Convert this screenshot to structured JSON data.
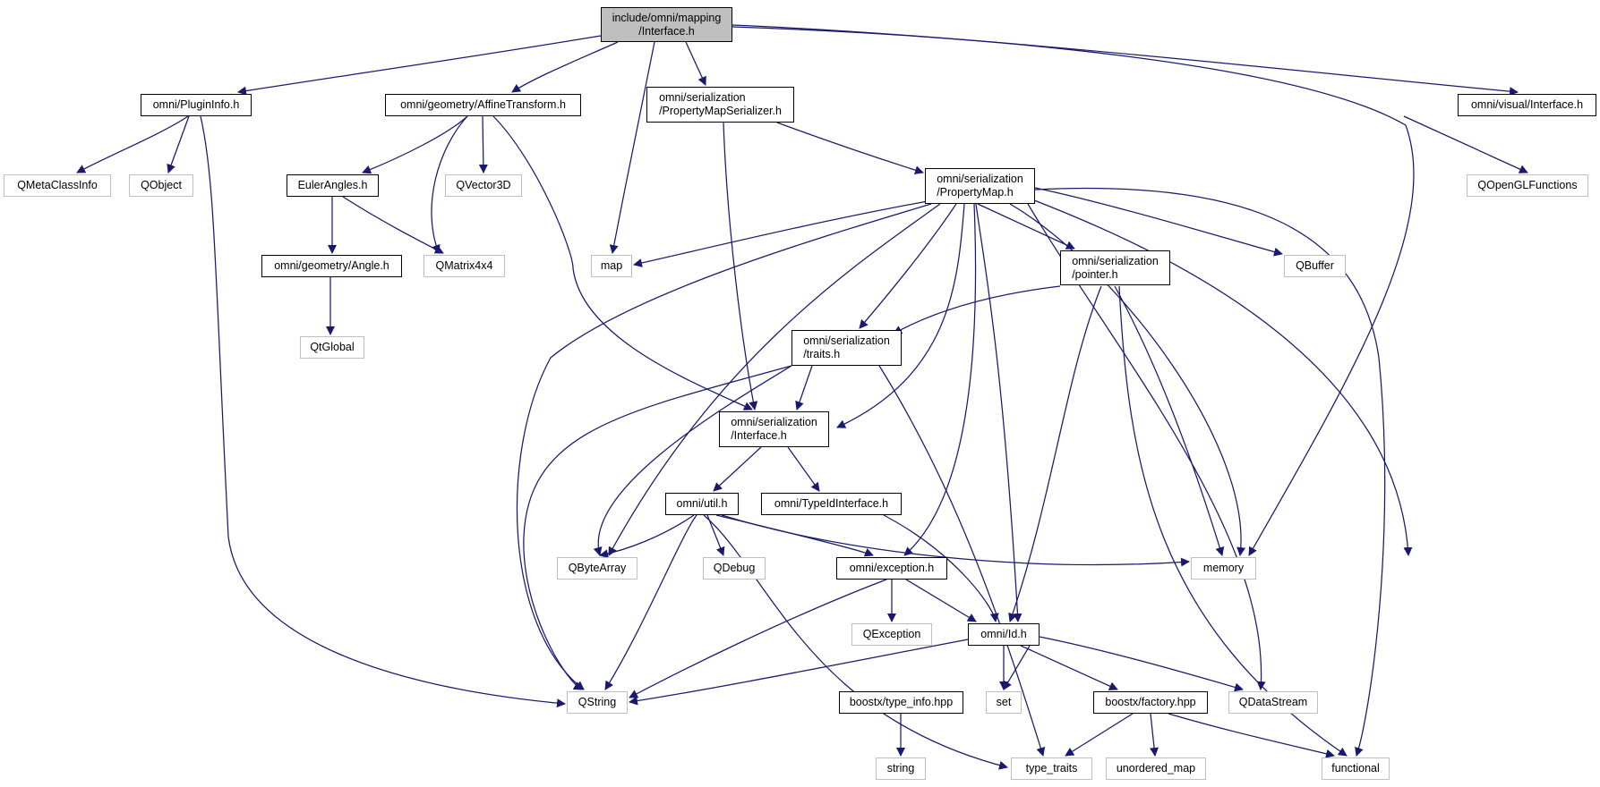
{
  "colors": {
    "edge": "#191970",
    "local_border": "#000000",
    "external_border": "#bfbfbf",
    "root_fill": "#bfbfbf"
  },
  "nodes": {
    "root": {
      "line1": "include/omni/mapping",
      "line2": "/Interface.h"
    },
    "plugininfo": {
      "label": "omni/PluginInfo.h"
    },
    "affine": {
      "label": "omni/geometry/AffineTransform.h"
    },
    "pms": {
      "line1": "omni/serialization",
      "line2": "/PropertyMapSerializer.h"
    },
    "visual": {
      "label": "omni/visual/Interface.h"
    },
    "qmetaclassinfo": {
      "label": "QMetaClassInfo"
    },
    "qobject": {
      "label": "QObject"
    },
    "euler": {
      "label": "EulerAngles.h"
    },
    "qvector3d": {
      "label": "QVector3D"
    },
    "propertymap": {
      "line1": "omni/serialization",
      "line2": "/PropertyMap.h"
    },
    "qopenglfunctions": {
      "label": "QOpenGLFunctions"
    },
    "angle": {
      "label": "omni/geometry/Angle.h"
    },
    "qmatrix4x4": {
      "label": "QMatrix4x4"
    },
    "map": {
      "label": "map"
    },
    "pointer": {
      "line1": "omni/serialization",
      "line2": "/pointer.h"
    },
    "qbuffer": {
      "label": "QBuffer"
    },
    "qtglobal": {
      "label": "QtGlobal"
    },
    "traits": {
      "line1": "omni/serialization",
      "line2": "/traits.h"
    },
    "serinterface": {
      "line1": "omni/serialization",
      "line2": "/Interface.h"
    },
    "util": {
      "label": "omni/util.h"
    },
    "typeidinterface": {
      "label": "omni/TypeIdInterface.h"
    },
    "qbytearray": {
      "label": "QByteArray"
    },
    "qdebug": {
      "label": "QDebug"
    },
    "exception": {
      "label": "omni/exception.h"
    },
    "memory": {
      "label": "memory"
    },
    "qexception": {
      "label": "QException"
    },
    "id": {
      "label": "omni/Id.h"
    },
    "qstring": {
      "label": "QString"
    },
    "set": {
      "label": "set"
    },
    "typeinfo": {
      "label": "boostx/type_info.hpp"
    },
    "factory": {
      "label": "boostx/factory.hpp"
    },
    "qdatastream": {
      "label": "QDataStream"
    },
    "string": {
      "label": "string"
    },
    "type_traits": {
      "label": "type_traits"
    },
    "unordered_map": {
      "label": "unordered_map"
    },
    "functional": {
      "label": "functional"
    }
  }
}
